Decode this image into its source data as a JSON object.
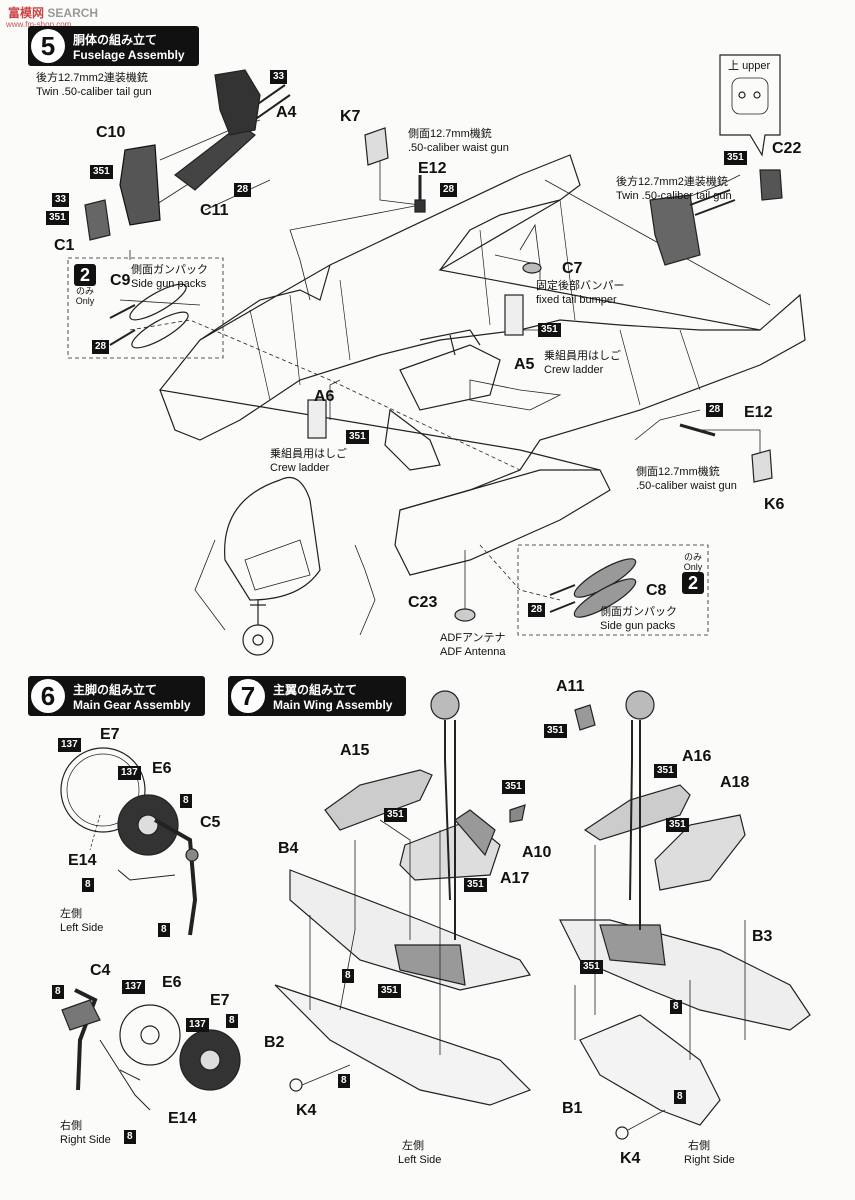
{
  "watermark": {
    "a": "富",
    "b": "模",
    "c": "网",
    "d": "SEARCH",
    "url": "www.fm-shop.com"
  },
  "step5": {
    "num": "5",
    "jp": "胴体の組み立て",
    "en": "Fuselage Assembly"
  },
  "step6": {
    "num": "6",
    "jp": "主脚の組み立て",
    "en": "Main Gear Assembly"
  },
  "step7": {
    "num": "7",
    "jp": "主翼の組み立て",
    "en": "Main Wing Assembly"
  },
  "notes": {
    "tail_gun_jp": "後方12.7mm2連装機銃",
    "tail_gun_en": "Twin .50-caliber tail gun",
    "tail_gun2_jp": "後方12.7mm2連装機銃",
    "tail_gun2_en": "Twin .50-caliber tail gun",
    "waist_gun_jp": "側面12.7mm機銃",
    "waist_gun_en": ".50-caliber waist gun",
    "waist_gun2_jp": "側面12.7mm機銃",
    "waist_gun2_en": ".50-caliber waist gun",
    "upper_jp": "上",
    "upper_en": "upper",
    "bumper_jp": "固定後部バンパー",
    "bumper_en": "fixed tail bumper",
    "ladder_jp": "乗組員用はしご",
    "ladder_en": "Crew ladder",
    "ladder2_jp": "乗組員用はしご",
    "ladder2_en": "Crew ladder",
    "gunpack_jp": "側面ガンパック",
    "gunpack_en": "Side gun packs",
    "gunpack2_jp": "側面ガンパック",
    "gunpack2_en": "Side gun packs",
    "only_jp": "のみ",
    "only_en": "Only",
    "only_num": "2",
    "adf_jp": "ADFアンテナ",
    "adf_en": "ADF Antenna",
    "left_jp": "左側",
    "left_en": "Left Side",
    "right_jp": "右側",
    "right_en": "Right Side"
  },
  "parts": {
    "c10": "C10",
    "a4": "A4",
    "c11": "C11",
    "c1": "C1",
    "c9": "C9",
    "k7": "K7",
    "e12a": "E12",
    "c7": "C7",
    "c22": "C22",
    "a5": "A5",
    "a6": "A6",
    "e12b": "E12",
    "k6": "K6",
    "c8": "C8",
    "c23": "C23",
    "e7a": "E7",
    "e6a": "E6",
    "c5": "C5",
    "e14a": "E14",
    "c4": "C4",
    "e6b": "E6",
    "e7b": "E7",
    "e14b": "E14",
    "a15": "A15",
    "b4": "B4",
    "a10": "A10",
    "a17": "A17",
    "b2": "B2",
    "k4a": "K4",
    "a11": "A11",
    "a16": "A16",
    "a18": "A18",
    "b3": "B3",
    "b1": "B1",
    "k4b": "K4"
  },
  "colors": {
    "c33": "33",
    "c351": "351",
    "c28": "28",
    "c8": "8",
    "c137": "137"
  }
}
